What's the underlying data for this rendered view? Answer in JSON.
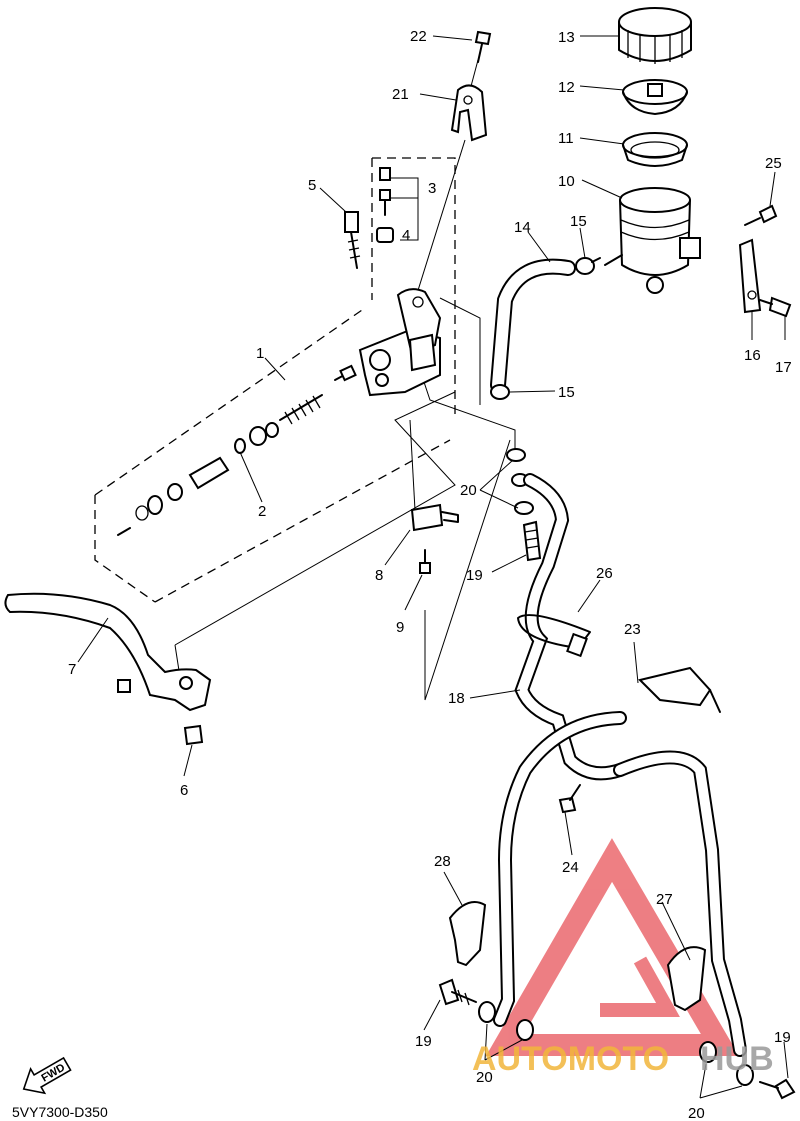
{
  "diagram_code": "5VY7300-D350",
  "fwd_label": "FWD",
  "watermark": {
    "text_a": "AUTOMOTO",
    "text_b": "HUB",
    "color_a": "#f2b63b",
    "color_b": "#9a9a9a",
    "logo_color": "#e8545a"
  },
  "labels": {
    "n1": "1",
    "n2": "2",
    "n3": "3",
    "n4": "4",
    "n5": "5",
    "n6": "6",
    "n7": "7",
    "n8": "8",
    "n9": "9",
    "n10": "10",
    "n11": "11",
    "n12": "12",
    "n13": "13",
    "n14": "14",
    "n15a": "15",
    "n15b": "15",
    "n16": "16",
    "n17": "17",
    "n18": "18",
    "n19a": "19",
    "n19b": "19",
    "n19c": "19",
    "n20a": "20",
    "n20b": "20",
    "n20c": "20",
    "n21": "21",
    "n22": "22",
    "n23": "23",
    "n24": "24",
    "n25": "25",
    "n26": "26",
    "n27": "27",
    "n28": "28"
  }
}
